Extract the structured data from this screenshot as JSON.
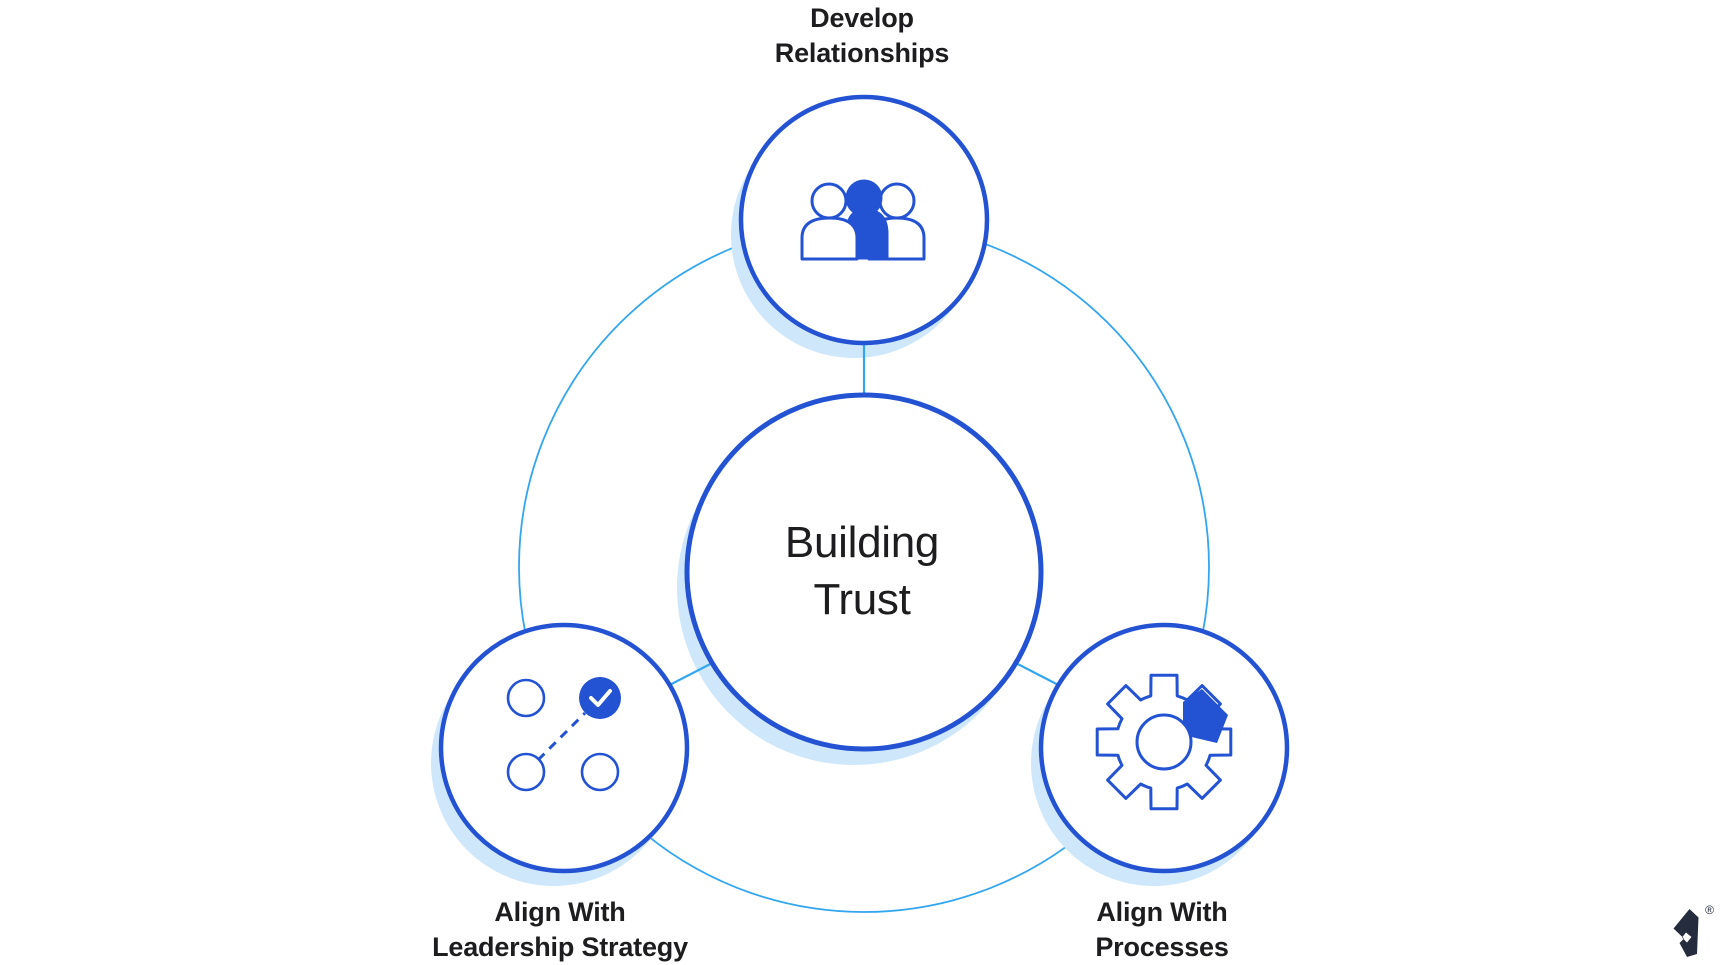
{
  "diagram": {
    "center_node": {
      "label": "Building\nTrust"
    },
    "satellite_nodes": [
      {
        "label": "Develop\nRelationships",
        "icon": "people-icon",
        "position": "top"
      },
      {
        "label": "Align With\nLeadership Strategy",
        "icon": "nodes-check-icon",
        "position": "bottom-left"
      },
      {
        "label": "Align With\nProcesses",
        "icon": "gear-icon",
        "position": "bottom-right"
      }
    ]
  },
  "branding": {
    "logo": "toptal-logo",
    "registered_symbol": "®"
  },
  "colors": {
    "primary_blue": "#2353D3",
    "light_blue": "#33A6EF",
    "shadow_blue": "#CEE7FA",
    "text": "#1D1D1F",
    "logo_navy": "#252C3E",
    "background": "#FFFFFF"
  }
}
